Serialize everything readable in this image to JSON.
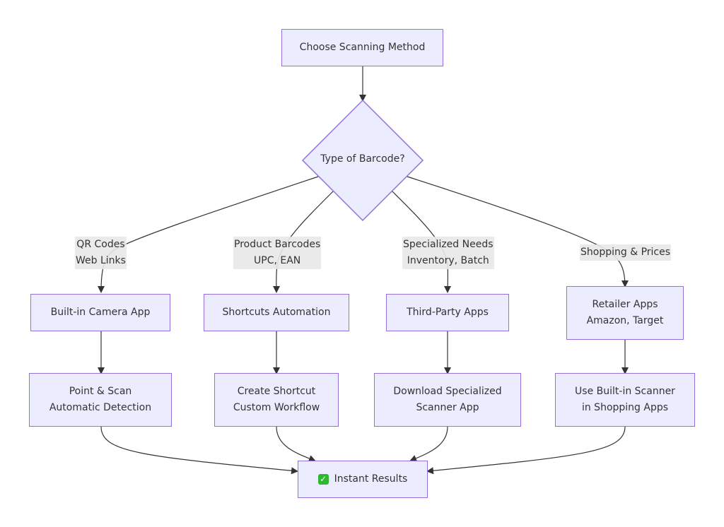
{
  "nodes": {
    "start": {
      "label": "Choose Scanning Method"
    },
    "decision": {
      "label": "Type of Barcode?"
    },
    "camera_app": {
      "label": "Built-in Camera App"
    },
    "shortcuts": {
      "label": "Shortcuts Automation"
    },
    "third_party": {
      "label": "Third-Party Apps"
    },
    "retailer": {
      "lines": [
        "Retailer Apps",
        "Amazon, Target"
      ]
    },
    "point_scan": {
      "lines": [
        "Point & Scan",
        "Automatic Detection"
      ]
    },
    "create_shortcut": {
      "lines": [
        "Create Shortcut",
        "Custom Workflow"
      ]
    },
    "download_app": {
      "lines": [
        "Download Specialized",
        "Scanner App"
      ]
    },
    "builtin_scanner": {
      "lines": [
        "Use Built-in Scanner",
        "in Shopping Apps"
      ]
    },
    "results": {
      "icon": "check-mark-icon",
      "icon_glyph": "✓",
      "label": "Instant Results"
    }
  },
  "edge_labels": {
    "qr": [
      "QR Codes",
      "Web Links"
    ],
    "product": [
      "Product Barcodes",
      "UPC, EAN"
    ],
    "specialized": [
      "Specialized Needs",
      "Inventory, Batch"
    ],
    "shopping": [
      "Shopping & Prices"
    ]
  },
  "colors": {
    "node_fill": "#ececff",
    "node_border": "#9370db",
    "edge": "#333333",
    "edge_label_bg": "#e8e8e8",
    "check_icon": "#2eb82e"
  }
}
